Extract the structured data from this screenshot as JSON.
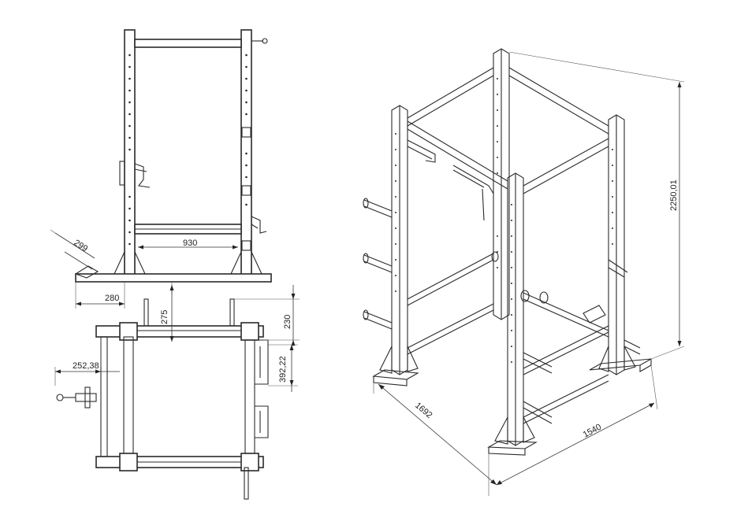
{
  "dimensions": {
    "front_inner_width": "930",
    "foot_angle": "299",
    "foot_offset": "280",
    "top_depth": "275",
    "top_crossbar_offset": "230",
    "top_side_offset": "252,38",
    "top_spacing": "392,22",
    "iso_depth": "1692",
    "iso_width": "1540",
    "iso_height": "2250,01"
  },
  "colors": {
    "line": "#2a2a2a",
    "background": "#ffffff"
  }
}
